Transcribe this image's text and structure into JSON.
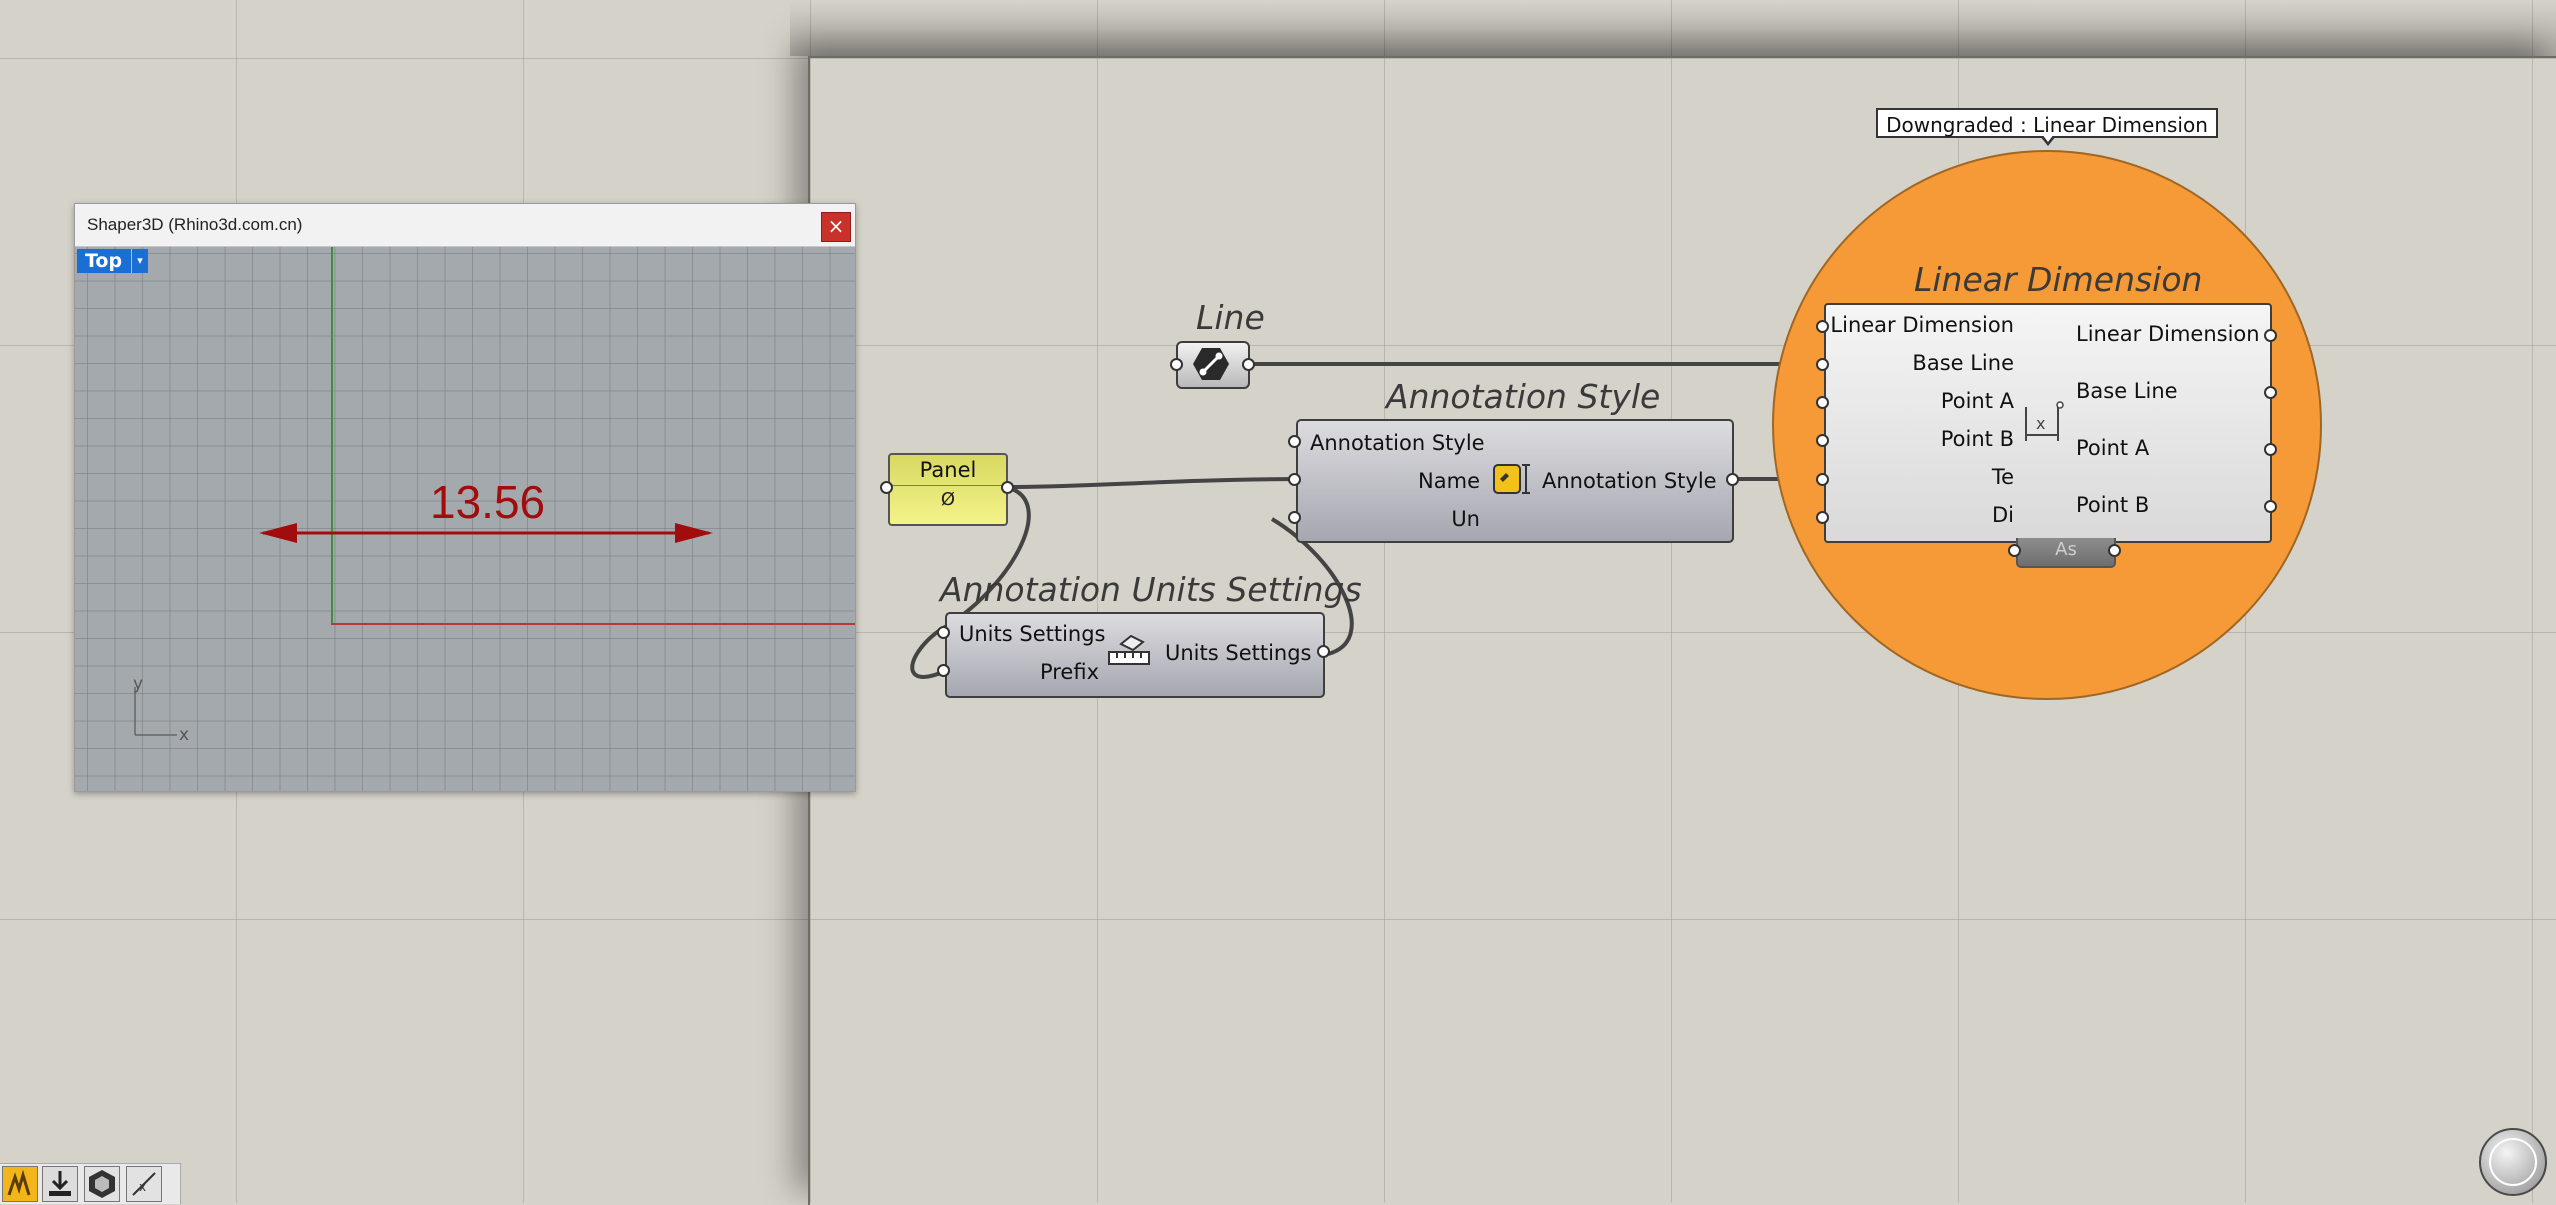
{
  "viewport": {
    "window_title": "Shaper3D (Rhino3d.com.cn)",
    "close_symbol": "×",
    "view_name": "Top",
    "view_menu_symbol": "▾",
    "dimension_value": "13.56",
    "axis_y": "y",
    "axis_x": "x"
  },
  "components": {
    "line": {
      "title": "Line",
      "icon": "line-param-icon"
    },
    "panel": {
      "title": "Panel",
      "content": "Ø"
    },
    "annotation_style": {
      "title": "Annotation Style",
      "inputs": [
        "Annotation Style",
        "Name",
        "Un"
      ],
      "output": "Annotation Style",
      "icon": "annotation-style-icon"
    },
    "annotation_units": {
      "title": "Annotation Units Settings",
      "inputs": [
        "Units Settings",
        "Prefix"
      ],
      "output": "Units Settings",
      "icon": "units-ruler-icon"
    },
    "linear_dimension": {
      "title": "Linear Dimension",
      "tooltip": "Downgraded : Linear Dimension",
      "inputs": [
        "Linear Dimension",
        "Base Line",
        "Point A",
        "Point B",
        "Te",
        "Di"
      ],
      "outputs": [
        "Linear Dimension",
        "Base Line",
        "Point A",
        "Point B"
      ],
      "collapsed_tab": "As",
      "icon": "linear-dimension-icon"
    }
  },
  "colors": {
    "canvas": "#d5d2c9",
    "disc": "#f59a36",
    "dimension_red": "#a10d0d",
    "view_tag": "#1b6fd4"
  },
  "toolbar": {
    "icons": [
      "grasshopper-icon",
      "bake-icon",
      "shaper-icon",
      "dimension-tool-icon"
    ]
  },
  "navigator": {
    "icon": "navigation-ball-icon"
  }
}
